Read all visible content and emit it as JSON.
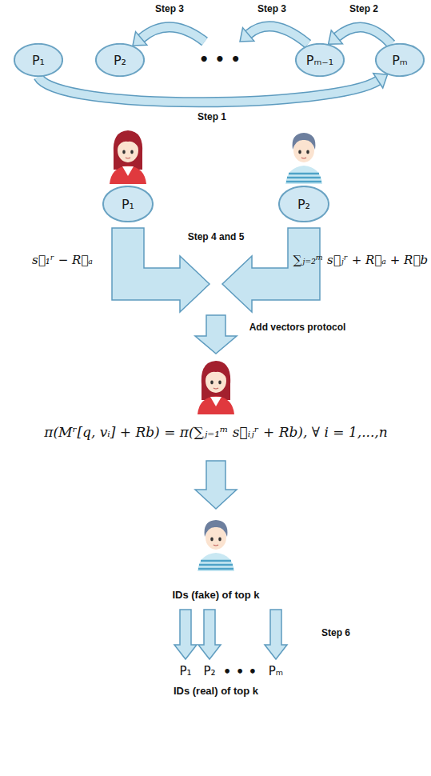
{
  "diagram": {
    "nodes": [
      {
        "text": [
          "P₁"
        ]
      },
      {
        "text": [
          "P₂"
        ]
      },
      {
        "text": [
          "Pₘ₋₁"
        ]
      },
      {
        "text": [
          "Pₘ"
        ]
      },
      {
        "text": [
          "P₁"
        ]
      },
      {
        "text": [
          "P₂"
        ]
      }
    ],
    "edges": [
      {
        "from": 0,
        "to": 3,
        "arrow": "to",
        "label": "Step 1"
      },
      {
        "from": 3,
        "to": 2,
        "arrow": "to",
        "label": "Step 2"
      }
    ],
    "labels": [
      "Step 3",
      "Step 3",
      "• • •",
      "Step 4 and 5",
      "s⃗₁ʳ − R⃗ₐ",
      "∑ⱼ₌₂ᵐ s⃗ⱼʳ + R⃗ₐ + R⃗b",
      "Add vectors protocol",
      "π(Mʳ[q, vᵢ] + Rb) = π(∑ⱼ₌₁ᵐ s⃗ᵢⱼʳ + Rb),  ∀ i = 1,...,n",
      "IDs (fake) of top k",
      "Step 6",
      "P₁",
      "P₂",
      "• • •",
      "Pₘ",
      "IDs (real) of top k"
    ]
  }
}
